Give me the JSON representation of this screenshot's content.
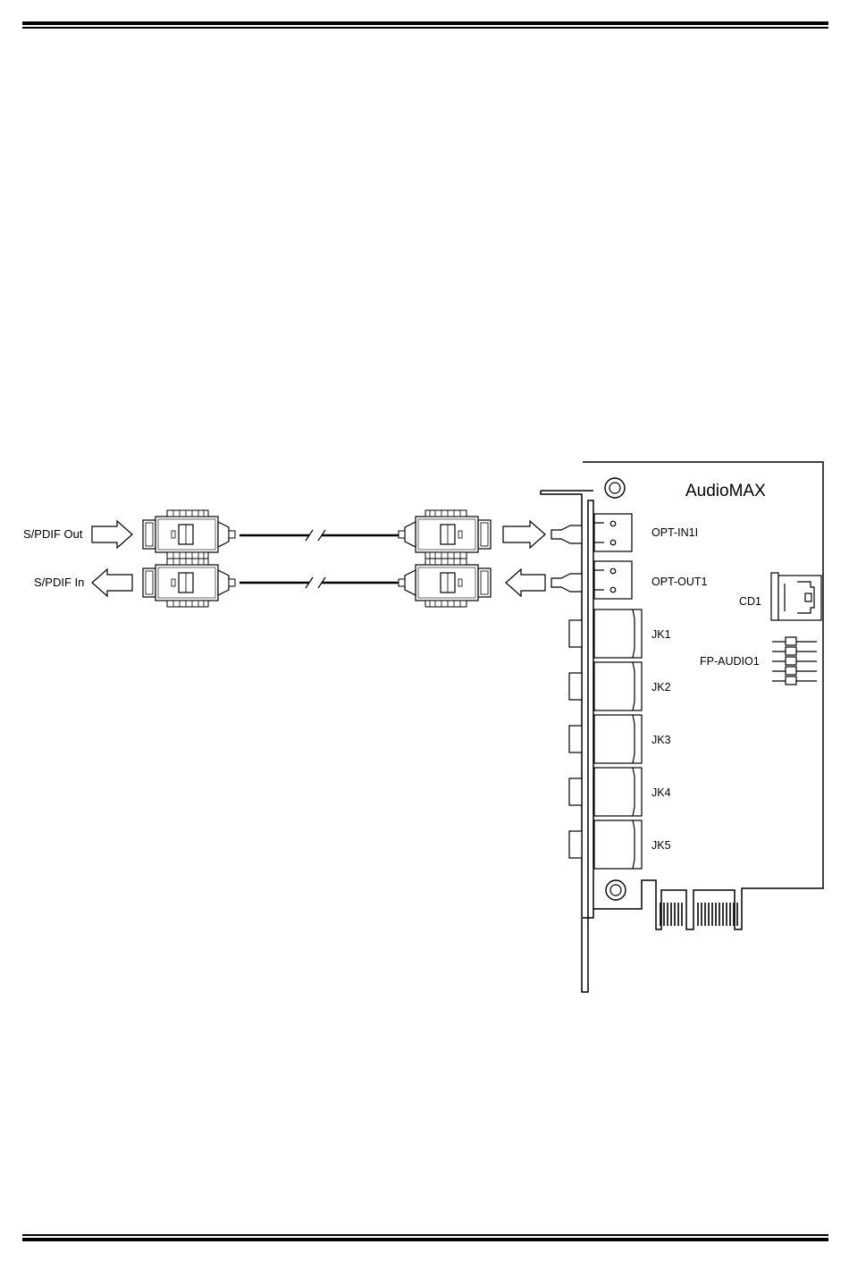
{
  "diagram": {
    "card_name": "AudioMAX",
    "signals": {
      "out": "S/PDIF Out",
      "in": "S/PDIF In"
    },
    "ports": [
      {
        "id": "opt_in",
        "label": "OPT-IN1I"
      },
      {
        "id": "opt_out",
        "label": "OPT-OUT1"
      },
      {
        "id": "jk1",
        "label": "JK1"
      },
      {
        "id": "jk2",
        "label": "JK2"
      },
      {
        "id": "jk3",
        "label": "JK3"
      },
      {
        "id": "jk4",
        "label": "JK4"
      },
      {
        "id": "jk5",
        "label": "JK5"
      }
    ],
    "headers": {
      "cd": "CD1",
      "fp_audio": "FP-AUDIO1"
    }
  }
}
